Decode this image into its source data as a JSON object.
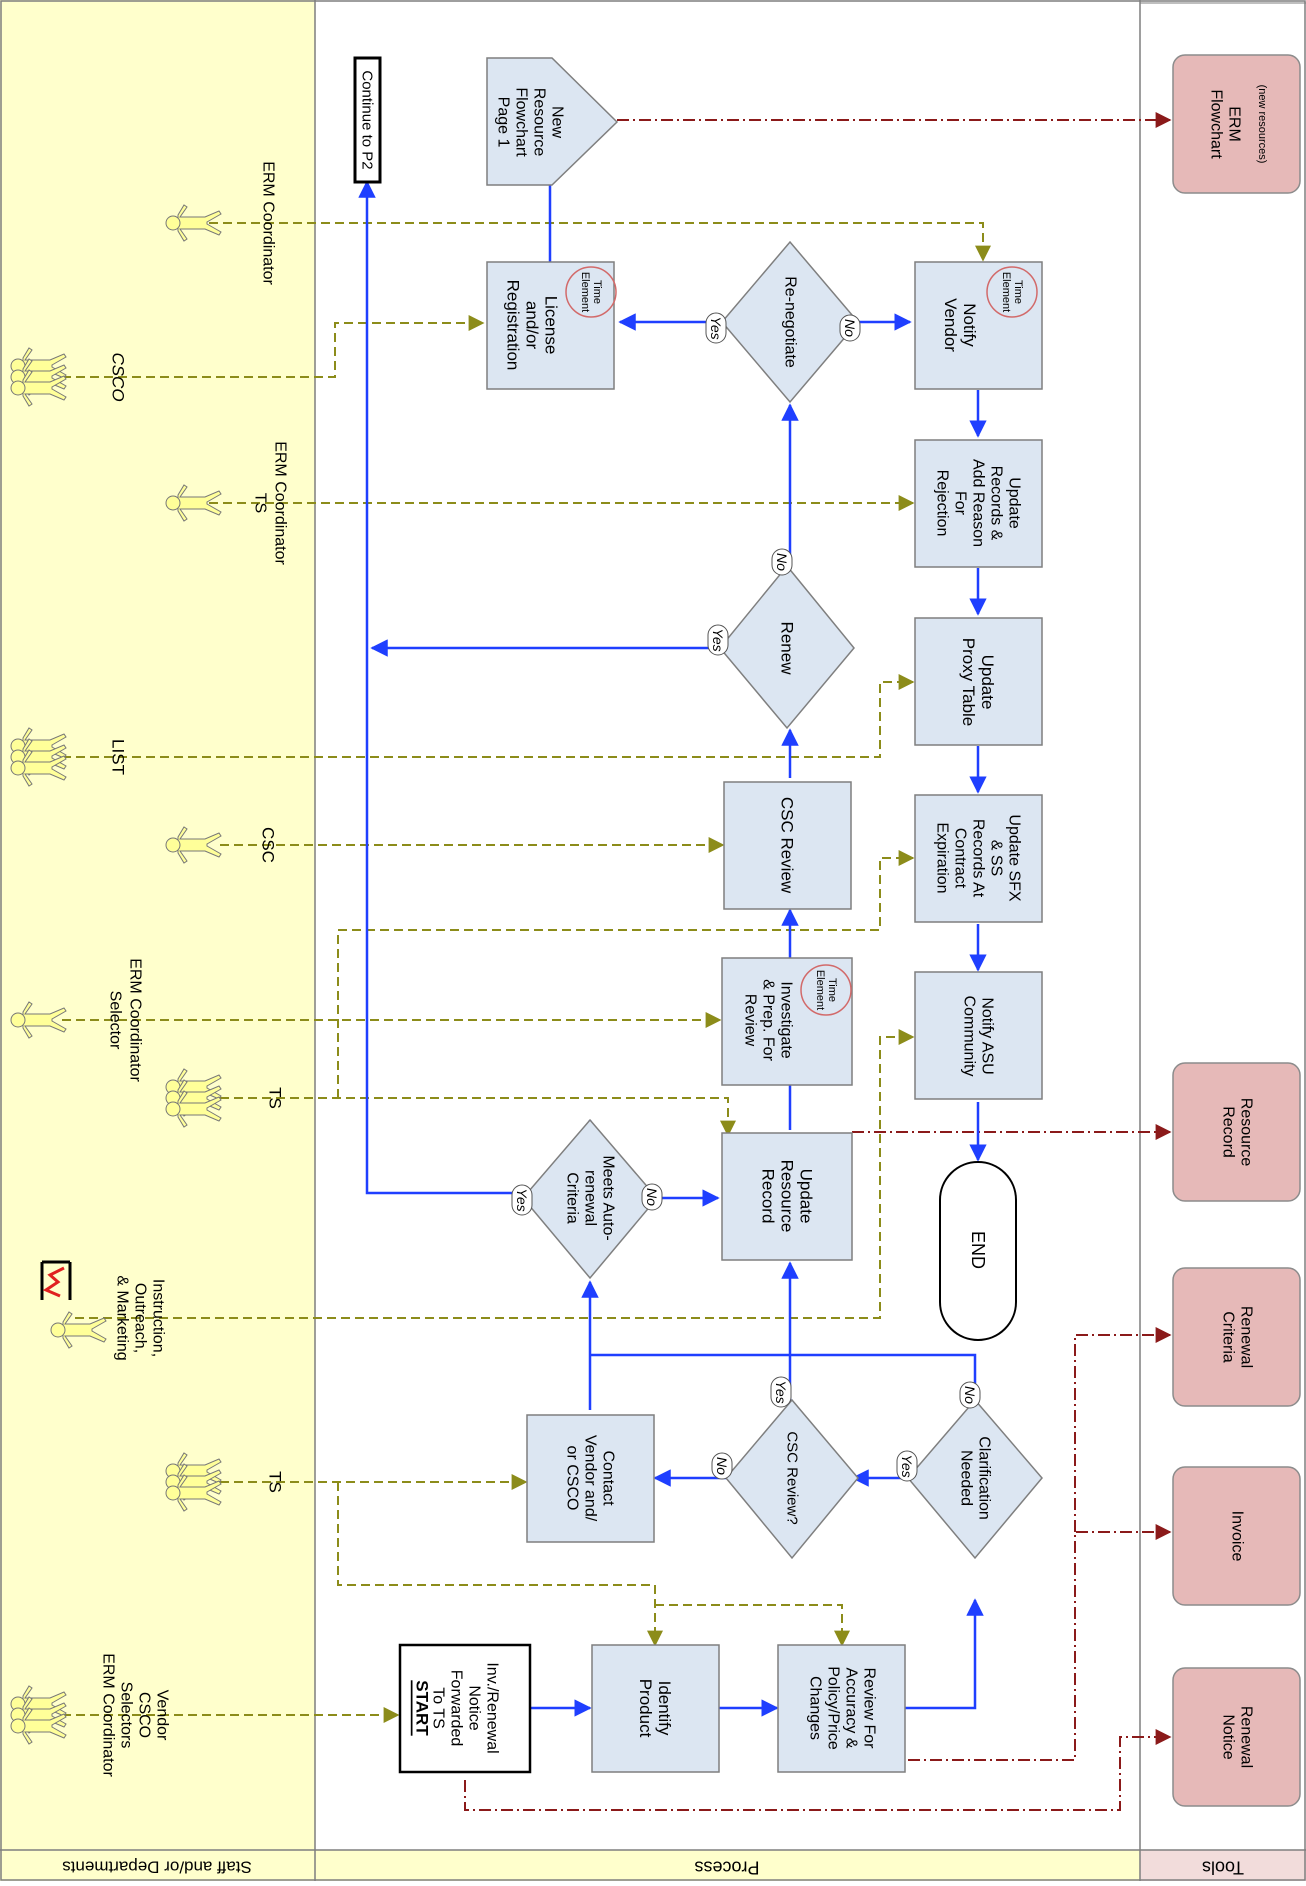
{
  "lanes": {
    "staff": "Staff and/or Departments",
    "process": "Process",
    "tools": "Tools"
  },
  "terminators": {
    "start_title": "START",
    "start_lines": [
      "Inv./Renewal",
      "Notice",
      "Forwarded",
      "To TS"
    ],
    "end": "END",
    "continue": "Continue to P2"
  },
  "process_boxes": {
    "identify": [
      "Identify",
      "Product"
    ],
    "review_accuracy": [
      "Review For",
      "Accuracy &",
      "Policy/Price",
      "Changes"
    ],
    "contact_vendor": [
      "Contact",
      "Vendor and/",
      "or CSCO"
    ],
    "update_resource": [
      "Update",
      "Resource",
      "Record"
    ],
    "investigate": [
      "Investigate",
      "& Prep. For",
      "Review"
    ],
    "csc_review": [
      "CSC Review"
    ],
    "license": [
      "License",
      "and/or",
      "Registration"
    ],
    "notify_asu": [
      "Notify ASU",
      "Community"
    ],
    "update_sfx": [
      "Update SFX",
      "& SS",
      "Records At",
      "Contract",
      "Expiration"
    ],
    "update_proxy": [
      "Update",
      "Proxy Table"
    ],
    "update_records": [
      "Update",
      "Records &",
      "Add Reason",
      "For",
      "Rejection"
    ],
    "notify_vendor": [
      "Notify",
      "Vendor"
    ],
    "new_resource": [
      "New",
      "Resource",
      "Flowchart",
      "Page 1"
    ]
  },
  "time_element": [
    "Time",
    "Element"
  ],
  "decisions": {
    "clarification": [
      "Clarification",
      "Needed"
    ],
    "csc_review_q": [
      "CSC Review?"
    ],
    "meets_auto": [
      "Meets Auto-",
      "renewal",
      "Criteria"
    ],
    "renew": [
      "Renew"
    ],
    "renegotiate": [
      "Re-negotiate"
    ]
  },
  "branch_labels": {
    "yes": "Yes",
    "no": "No"
  },
  "actors": {
    "vendor_group": [
      "Vendor",
      "CSCO",
      "Selectors",
      "ERM Coordinator"
    ],
    "ts_1": "TS",
    "instruction": [
      "Instruction,",
      "Outreach,",
      "& Marketing"
    ],
    "ts_2": "TS",
    "erm_selector": [
      "ERM Coordinator",
      "Selector"
    ],
    "csc": "CSC",
    "list": "LIST",
    "erm_ts": [
      "ERM Coordinator",
      "TS"
    ],
    "csco": "CSCO",
    "erm_coordinator": "ERM Coordinator"
  },
  "tools": {
    "renewal_notice": [
      "Renewal",
      "Notice"
    ],
    "invoice": [
      "Invoice"
    ],
    "renewal_criteria": [
      "Renewal",
      "Criteria"
    ],
    "resource_record": [
      "Resource",
      "Record"
    ],
    "erm_flowchart": [
      "ERM",
      "Flowchart"
    ],
    "erm_flowchart_sub": "(new resources)"
  },
  "colors": {
    "staff_lane": "#FFFFCC",
    "tools_lane": "#F2DCDB",
    "process_box": "#DCE6F2",
    "tool_box": "#E6B9B8",
    "flow_line": "#1F3FFF",
    "actor_line": "#8C8C1A",
    "tool_line": "#8B1A1A",
    "actor_fill": "#FFFF99"
  }
}
